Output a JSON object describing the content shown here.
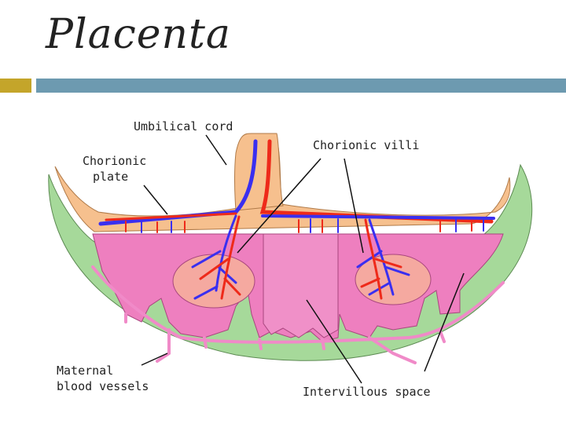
{
  "slide": {
    "title": "Placenta"
  },
  "labels": {
    "umbilical_cord": "Umbilical cord",
    "chorionic_villi": "Chorionic villi",
    "chorionic_plate_line1": "Chorionic",
    "chorionic_plate_line2": "plate",
    "maternal_line1": "Maternal",
    "maternal_line2": "blood vessels",
    "intervillous_space": "Intervillous space"
  },
  "colors": {
    "uterine_wall": "#a6d99a",
    "chorion": "#f6c08e",
    "intervillous": "#ee7fbf",
    "artery": "#ee2a1a",
    "vein": "#3a2ff0",
    "maternal_vessel": "#f08ac8",
    "title_accent": "#c4a52a",
    "title_bar": "#6d9ab0"
  }
}
